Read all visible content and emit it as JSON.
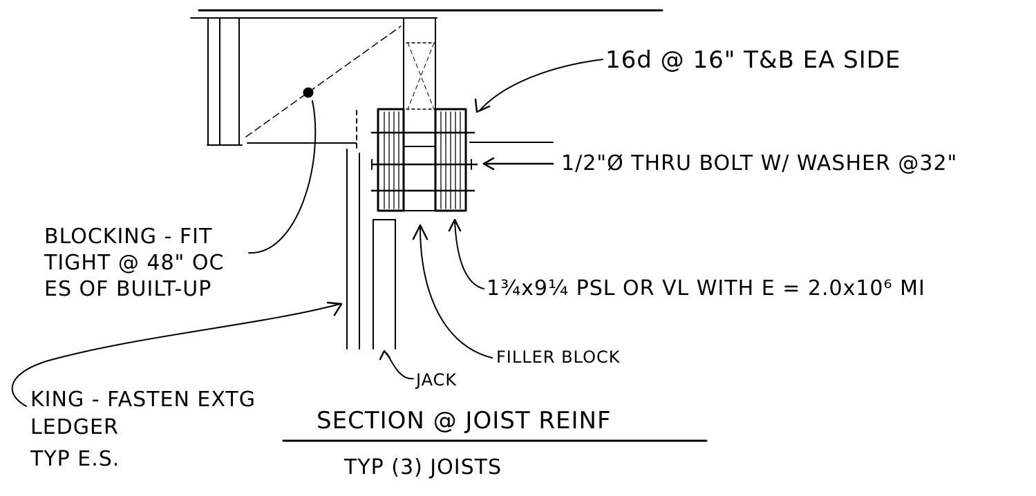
{
  "notes": {
    "nailing": "16d @ 16\" T&B EA SIDE",
    "bolt": "1/2\"Ø THRU BOLT W/ WASHER @32\"",
    "psl": "1¾x9¼ PSL OR VL WITH E = 2.0x10⁶ MI",
    "blocking_line1": "BLOCKING - FIT",
    "blocking_line2": "TIGHT @ 48\" OC",
    "blocking_line3": "ES OF BUILT-UP",
    "filler": "FILLER BLOCK",
    "jack": "JACK",
    "king_line1": "KING - FASTEN EXTG",
    "king_line2": "LEDGER",
    "king_line3": "TYP E.S.",
    "title": "SECTION @ JOIST REINF",
    "subtitle": "TYP (3) JOISTS"
  }
}
